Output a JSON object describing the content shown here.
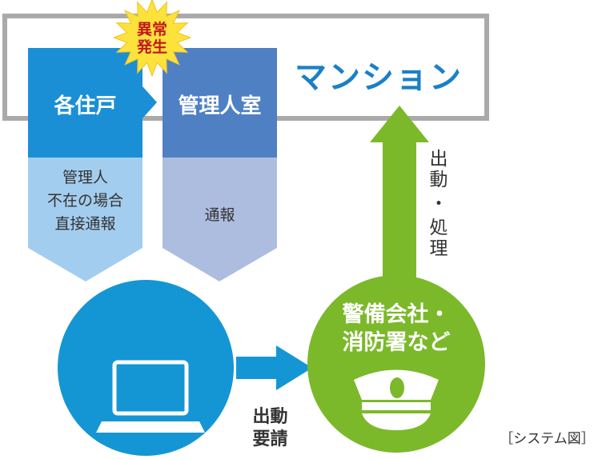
{
  "building": {
    "label": "マンション"
  },
  "alert": {
    "line1": "異常",
    "line2": "発生"
  },
  "residents": {
    "title": "各住戸",
    "note_lines": [
      "管理人",
      "不在の場合",
      "直接通報"
    ]
  },
  "manager": {
    "title": "管理人室",
    "note": "通報"
  },
  "response": {
    "lines": [
      "出動",
      "・",
      "処理"
    ]
  },
  "security": {
    "line1": "警備会社・",
    "line2": "消防署など"
  },
  "request": {
    "line1": "出動",
    "line2": "要請"
  },
  "caption": "［システム図］",
  "colors": {
    "blue": "#1a8fd6",
    "blue_light": "#a3cdee",
    "navy": "#4f80c3",
    "navy_light": "#adbde0",
    "green": "#7bb92a",
    "yellow": "#fde23c",
    "red": "#c0181c",
    "frame": "#aaaaaa"
  }
}
